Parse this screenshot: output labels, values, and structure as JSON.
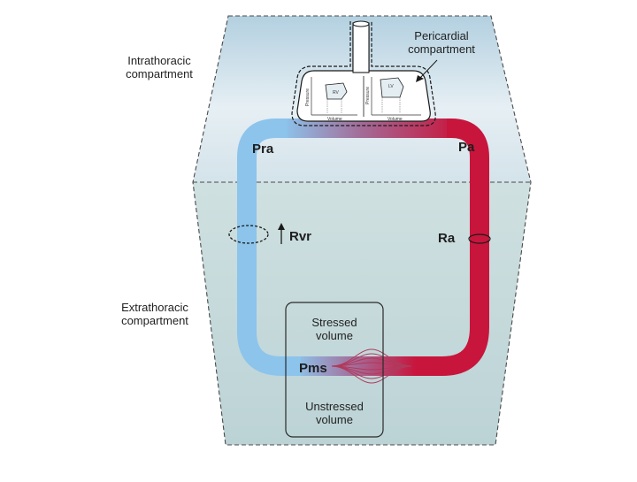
{
  "compartments": {
    "intrathoracic": [
      "Intrathoracic",
      "compartment"
    ],
    "extrathoracic": [
      "Extrathoracic",
      "compartment"
    ],
    "pericardial": [
      "Pericardial",
      "compartment"
    ]
  },
  "nodes": {
    "pra": "Pra",
    "pa": "Pa",
    "ra": "Ra",
    "rvr": "Rvr",
    "pms": "Pms"
  },
  "volumes": {
    "stressed": [
      "Stressed",
      "volume"
    ],
    "unstressed": [
      "Unstressed",
      "volume"
    ]
  },
  "heart": {
    "rv_label": "RV",
    "lv_label": "LV",
    "axis_pressure": "Pressure",
    "axis_volume": "Volume"
  },
  "colors": {
    "venous": "#8cc4ec",
    "arterial": "#c8153c",
    "chamber_background": "#e4eef2"
  }
}
